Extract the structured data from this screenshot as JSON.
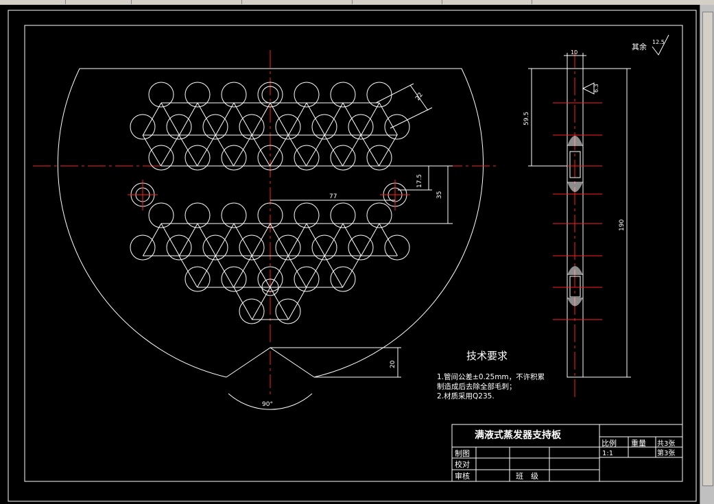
{
  "colors": {
    "background": "#000000",
    "outline": "#ffffff",
    "centerline": "#ff1f1f"
  },
  "dimensions": {
    "d22": "22",
    "d17_5": "17.5",
    "d35": "35",
    "d77": "77",
    "d20": "20",
    "angle90": "90°",
    "d10": "10",
    "d59_5": "59.5",
    "d190": "190",
    "rough_6_3": "6.3",
    "rough_12_5": "12.5",
    "rest_label": "其余"
  },
  "tech": {
    "title": "技术要求",
    "line1": "1.管间公差±0.25mm，不许积累",
    "line2": "制造成后去除全部毛刺；",
    "line3": "2.材质采用Q235."
  },
  "titleblock": {
    "title": "满液式蒸发器支持板",
    "scale_label": "比例",
    "weight_label": "重量",
    "total_sheets": "共3张",
    "scale_value": "1:1",
    "sheet_no": "第3张",
    "drawn": "制图",
    "checked": "校对",
    "reviewed": "审核",
    "class_label": "班　级"
  }
}
